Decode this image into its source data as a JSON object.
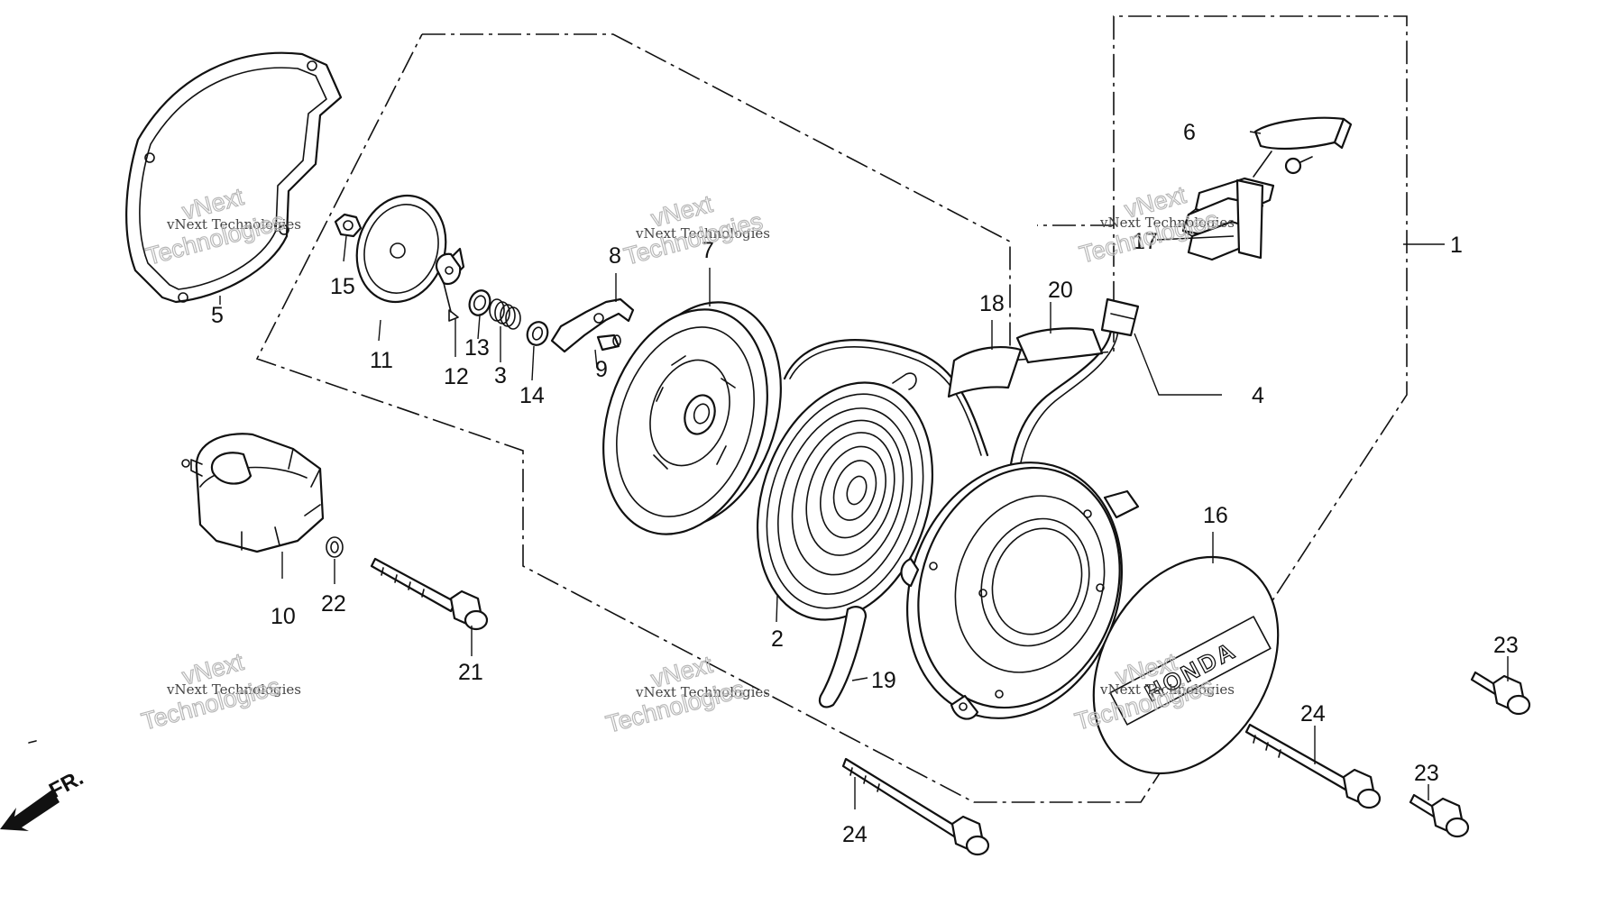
{
  "watermark": {
    "line1": "vNext Technologies",
    "line2": "Technologies",
    "line3": "vNext"
  },
  "brand_label": "HONDA",
  "direction_label": "FR.",
  "callouts": {
    "p1": "1",
    "p2": "2",
    "p3": "3",
    "p4": "4",
    "p5": "5",
    "p6": "6",
    "p7": "7",
    "p8": "8",
    "p9": "9",
    "p10": "10",
    "p11": "11",
    "p12": "12",
    "p13": "13",
    "p14": "14",
    "p15": "15",
    "p16": "16",
    "p17": "17",
    "p18": "18",
    "p19": "19",
    "p20": "20",
    "p21": "21",
    "p22": "22",
    "p23a": "23",
    "p23b": "23",
    "p24a": "24",
    "p24b": "24"
  }
}
